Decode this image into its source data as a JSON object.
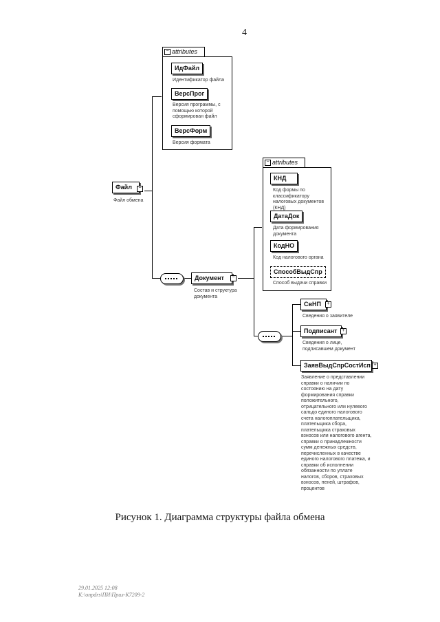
{
  "page_number": "4",
  "root": {
    "name": "Файл",
    "desc": "Файл обмена"
  },
  "root_attributes": {
    "label": "attributes",
    "items": [
      {
        "name": "ИдФайл",
        "desc": "Идентификатор файла"
      },
      {
        "name": "ВерсПрог",
        "desc": "Версия программы, с помощью которой сформирован файл"
      },
      {
        "name": "ВерсФорм",
        "desc": "Версия формата"
      }
    ]
  },
  "document": {
    "name": "Документ",
    "desc": "Состав и структура документа"
  },
  "doc_attributes": {
    "label": "attributes",
    "items": [
      {
        "name": "КНД",
        "desc": "Код формы по классификатору налоговых документов (КНД)"
      },
      {
        "name": "ДатаДок",
        "desc": "Дата формирования документа"
      },
      {
        "name": "КодНО",
        "desc": "Код налогового органа"
      },
      {
        "name": "СпособВыдСпр",
        "desc": "Способ выдачи справки"
      }
    ]
  },
  "children": [
    {
      "name": "СвНП",
      "desc": "Сведения о заявителе"
    },
    {
      "name": "Подписант",
      "desc": "Сведения о лице, подписавшем документ"
    },
    {
      "name": "ЗаявВыдСпрСостИсп",
      "desc": "Заявление о представлении справки о наличии по состоянию на дату формирования справки положительного, отрицательного или нулевого сальдо единого налогового счета налогоплательщика, плательщика сбора, плательщика страховых взносов или налогового агента, справки о принадлежности сумм денежных средств, перечисленных в качестве единого налогового платежа, и справки об исполнении обязанности по уплате налогов, сборов, страховых взносов, пеней, штрафов, процентов"
    }
  ],
  "caption": "Рисунок 1. Диаграмма структуры файла обмена",
  "stamp": [
    "29.01.2025 12:08",
    "К:\\onpdrs\\ПИ\\Прил-К7209-2"
  ]
}
